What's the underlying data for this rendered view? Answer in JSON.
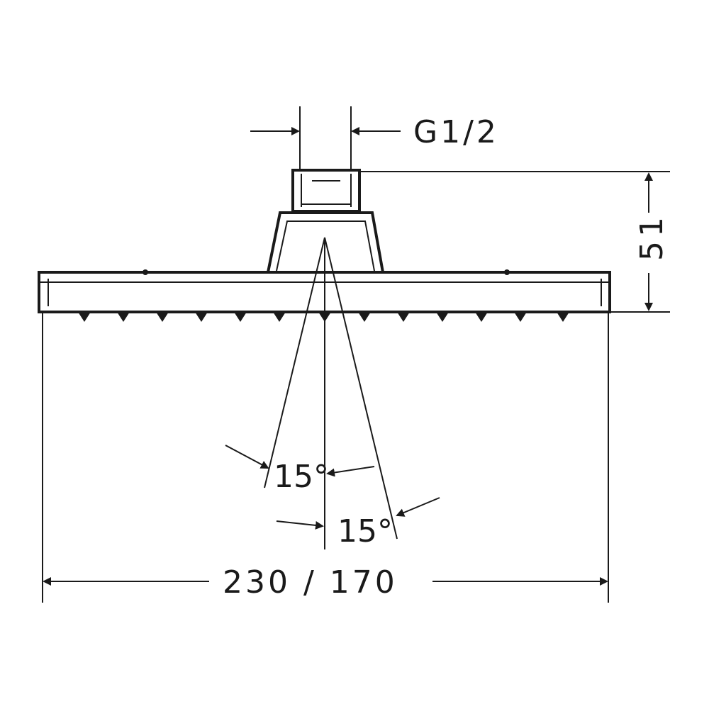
{
  "drawing": {
    "thread_label": "G1/2",
    "height_label": "51",
    "width_label": "230 / 170",
    "angle_left_label": "15°",
    "angle_right_label": "15°",
    "line_color": "#1a1a1a",
    "background_color": "#ffffff"
  }
}
